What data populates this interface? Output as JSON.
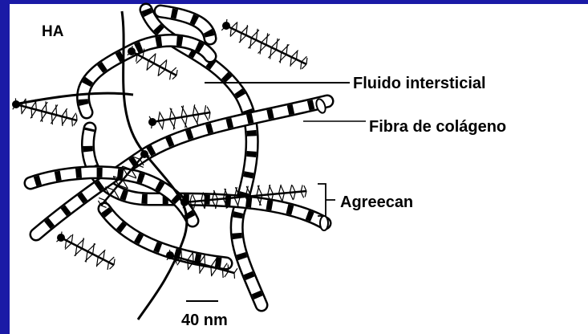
{
  "labels": {
    "ha": "HA",
    "interstitial_fluid": "Fluido intersticial",
    "collagen_fiber": "Fibra de colágeno",
    "aggrecan": "Agreecan",
    "scale": "40 nm"
  },
  "colors": {
    "frame": "#1a1aa6",
    "background": "#ffffff",
    "ink": "#000000"
  }
}
